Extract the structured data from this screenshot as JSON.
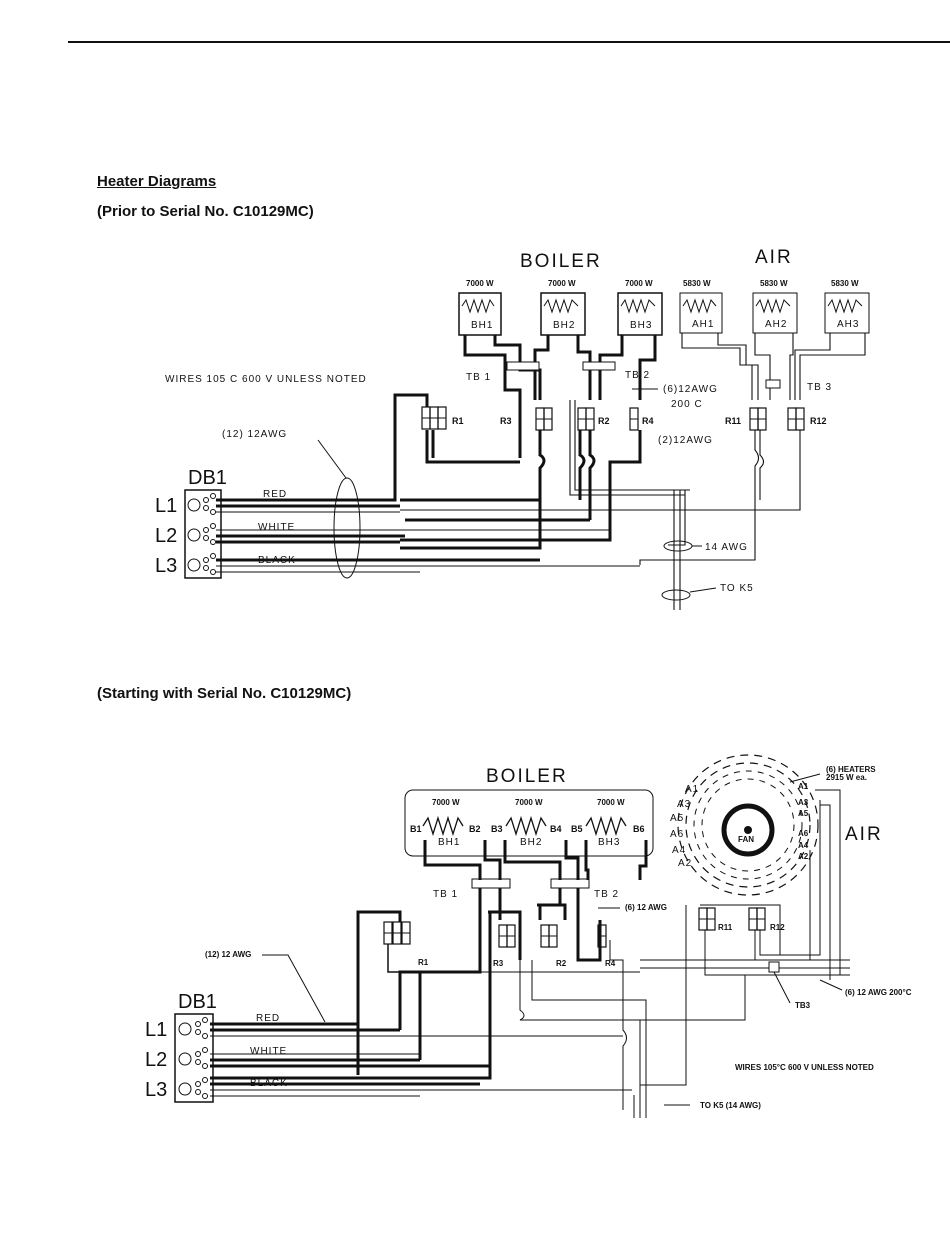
{
  "page": {
    "title": "Heater Diagrams",
    "subtitle_1": "(Prior to Serial No. C10129MC)",
    "subtitle_2": "(Starting with Serial No. C10129MC)"
  },
  "diagram1": {
    "boiler": "BOILER",
    "air": "AIR",
    "boiler_heaters": [
      {
        "rating": "7000 W",
        "label": "BH1"
      },
      {
        "rating": "7000 W",
        "label": "BH2"
      },
      {
        "rating": "7000 W",
        "label": "BH3"
      }
    ],
    "air_heaters": [
      {
        "rating": "5830 W",
        "label": "AH1"
      },
      {
        "rating": "5830 W",
        "label": "AH2"
      },
      {
        "rating": "5830 W",
        "label": "AH3"
      }
    ],
    "wires_note": "WIRES 105 C 600 V UNLESS NOTED",
    "awg12_note": "(12) 12AWG",
    "tb1": "TB 1",
    "tb2": "TB 2",
    "tb3": "TB 3",
    "note_6awg": "(6)12AWG",
    "note_200c": "200 C",
    "note_2awg": "(2)12AWG",
    "note_14awg": "14 AWG",
    "to_k5": "TO K5",
    "relays": [
      "R1",
      "R3",
      "R2",
      "R4",
      "R11",
      "R12"
    ],
    "db1": "DB1",
    "lines": [
      "L1",
      "L2",
      "L3"
    ],
    "wire_colors": [
      "RED",
      "WHITE",
      "BLACK"
    ]
  },
  "diagram2": {
    "boiler": "BOILER",
    "air": "AIR",
    "boiler_heaters": [
      {
        "rating": "7000 W",
        "label": "BH1",
        "left": "B1",
        "right": "B2"
      },
      {
        "rating": "7000 W",
        "label": "BH2",
        "left": "B3",
        "right": "B4"
      },
      {
        "rating": "7000 W",
        "label": "BH3",
        "left": "B5",
        "right": "B6"
      }
    ],
    "heaters_note_1": "(6) HEATERS",
    "heaters_note_2": "2915 W ea.",
    "fan": "FAN",
    "air_left_terminals": [
      "A1",
      "A3",
      "A5",
      "A6",
      "A4",
      "A2"
    ],
    "air_right_terminals": [
      "A1",
      "A3",
      "A5",
      "A6",
      "A4",
      "A2"
    ],
    "tb1": "TB 1",
    "tb2": "TB 2",
    "tb3": "TB3",
    "note_6_12awg": "(6) 12 AWG",
    "note_12_12awg": "(12) 12 AWG",
    "note_6_12awg_200c": "(6) 12 AWG 200°C",
    "wires_note": "WIRES 105°C 600 V UNLESS NOTED",
    "to_k5": "TO K5 (14 AWG)",
    "relays": [
      "R1",
      "R3",
      "R2",
      "R4",
      "R11",
      "R12"
    ],
    "db1": "DB1",
    "lines": [
      "L1",
      "L2",
      "L3"
    ],
    "wire_colors": [
      "RED",
      "WHITE",
      "BLACK"
    ]
  }
}
